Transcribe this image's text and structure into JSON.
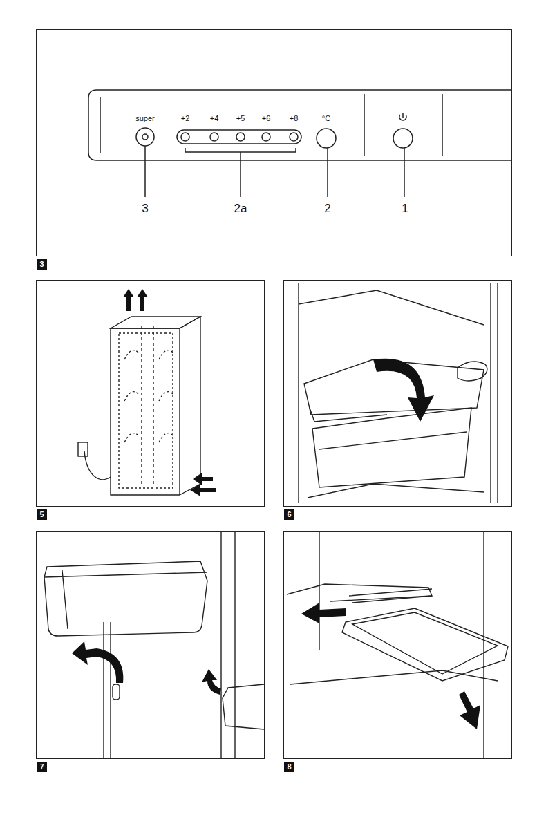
{
  "diagram": {
    "nodes": [
      {
        "text": [
          "3"
        ]
      },
      {
        "text": [
          "5"
        ]
      },
      {
        "text": [
          "6"
        ]
      },
      {
        "text": [
          "7"
        ]
      },
      {
        "text": [
          "8"
        ]
      }
    ],
    "labels": [
      "super",
      "+2",
      "+4",
      "+5",
      "+6",
      "+8",
      "°C",
      "3",
      "2a",
      "2",
      "1"
    ]
  }
}
